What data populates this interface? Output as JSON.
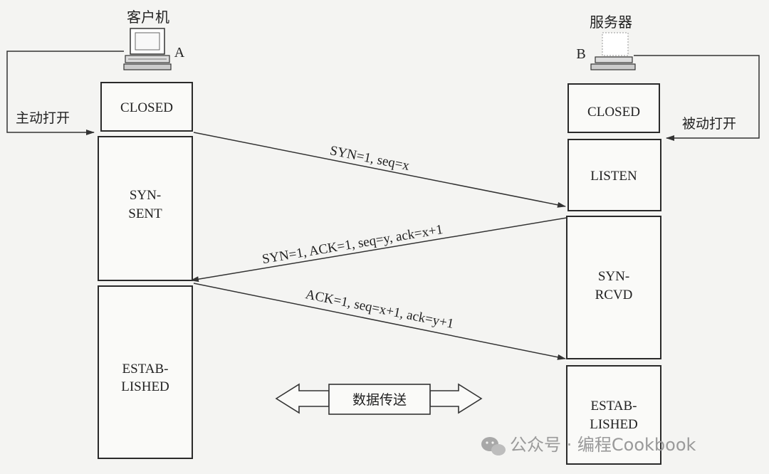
{
  "client": {
    "title": "客户机",
    "letter": "A",
    "active_open": "主动打开"
  },
  "server": {
    "title": "服务器",
    "letter": "B",
    "passive_open": "被动打开"
  },
  "client_states": {
    "closed": "CLOSED",
    "syn_sent_1": "SYN-",
    "syn_sent_2": "SENT",
    "established_1": "ESTAB-",
    "established_2": "LISHED"
  },
  "server_states": {
    "closed": "CLOSED",
    "listen": "LISTEN",
    "syn_rcvd_1": "SYN-",
    "syn_rcvd_2": "RCVD",
    "established_1": "ESTAB-",
    "established_2": "LISHED"
  },
  "messages": {
    "msg1": "SYN=1, seq=x",
    "msg2": "SYN=1, ACK=1, seq=y, ack=x+1",
    "msg3": "ACK=1, seq=x+1, ack=y+1"
  },
  "data_transfer": "数据传送",
  "watermark": "公众号 · 编程Cookbook"
}
